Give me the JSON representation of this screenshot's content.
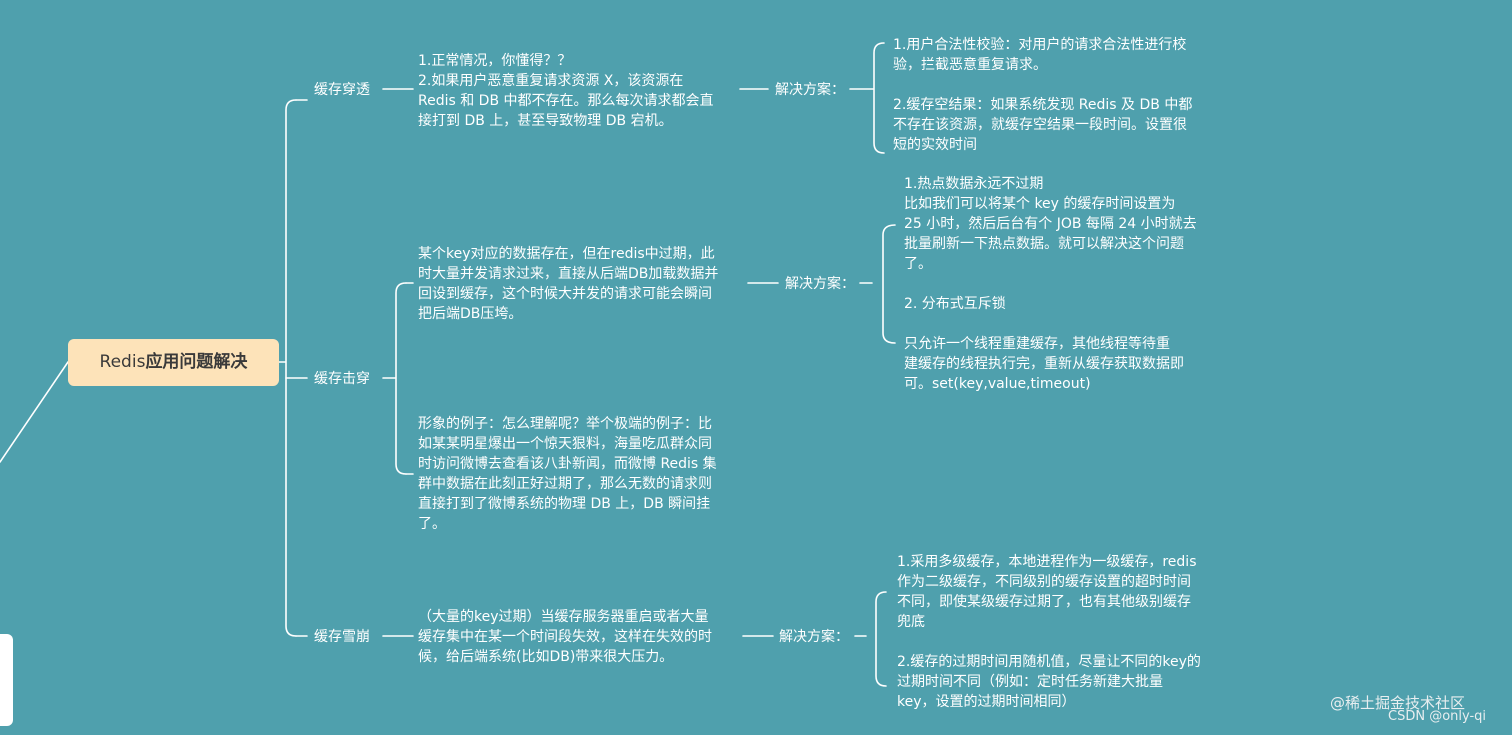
{
  "root": {
    "prefix": "Redis",
    "title": "应用问题解决"
  },
  "branches": [
    {
      "label": "缓存穿透",
      "descriptions": [
        "1.正常情况，你懂得？？\n2.如果用户恶意重复请求资源 X，该资源在\nRedis 和 DB 中都不存在。那么每次请求都会直\n接打到 DB 上，甚至导致物理 DB 宕机。"
      ],
      "solution_label": "解决方案：",
      "solution": "1.用户合法性校验：对用户的请求合法性进行校\n验，拦截恶意重复请求。\n\n2.缓存空结果：如果系统发现 Redis 及 DB 中都\n不存在该资源，就缓存空结果一段时间。设置很\n短的实效时间"
    },
    {
      "label": "缓存击穿",
      "descriptions": [
        "某个key对应的数据存在，但在redis中过期，此\n时大量并发请求过来，直接从后端DB加载数据并\n回设到缓存，这个时候大并发的请求可能会瞬间\n把后端DB压垮。",
        "形象的例子：怎么理解呢？举个极端的例子：比\n如某某明星爆出一个惊天狠料，海量吃瓜群众同\n时访问微博去查看该八卦新闻，而微博 Redis 集\n群中数据在此刻正好过期了，那么无数的请求则\n直接打到了微博系统的物理 DB 上，DB 瞬间挂\n了。"
      ],
      "solution_label": "解决方案：",
      "solution": "1.热点数据永远不过期\n      比如我们可以将某个 key 的缓存时间设置为\n25 小时，然后后台有个 JOB 每隔 24 小时就去\n批量刷新一下热点数据。就可以解决这个问题\n了。\n\n2. 分布式互斥锁\n\n      只允许一个线程重建缓存，其他线程等待重\n建缓存的线程执行完，重新从缓存获取数据即\n可。set(key,value,timeout)"
    },
    {
      "label": "缓存雪崩",
      "descriptions": [
        "（大量的key过期）当缓存服务器重启或者大量\n缓存集中在某一个时间段失效，这样在失效的时\n候，给后端系统(比如DB)带来很大压力。"
      ],
      "solution_label": "解决方案：",
      "solution": "1.采用多级缓存，本地进程作为一级缓存，redis\n作为二级缓存，不同级别的缓存设置的超时时间\n不同，即使某级缓存过期了，也有其他级别缓存\n兜底\n\n2.缓存的过期时间用随机值，尽量让不同的key的\n过期时间不同（例如：定时任务新建大批量\nkey，设置的过期时间相同）"
    }
  ],
  "watermarks": [
    "@稀土掘金技术社区",
    "CSDN @only-qi"
  ],
  "colors": {
    "background": "#4fa0ad",
    "root_fill": "#fde3b9",
    "line": "#ffffff"
  }
}
